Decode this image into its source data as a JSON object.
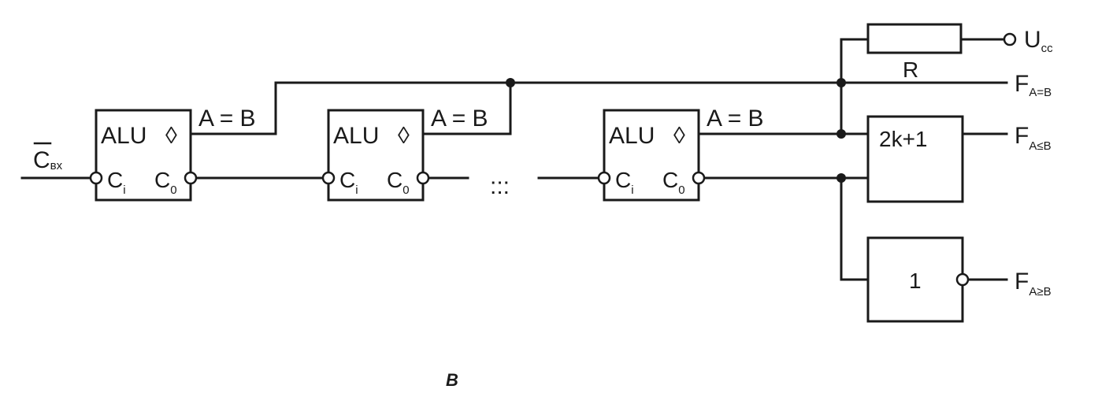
{
  "input_label": {
    "main": "C",
    "sub": "вх"
  },
  "alu_blocks": [
    {
      "title": "ALU",
      "flag": "◊",
      "carry_in": "C",
      "carry_in_sub": "i",
      "carry_out": "C",
      "carry_out_sub": "0",
      "eq_output": "A = B"
    },
    {
      "title": "ALU",
      "flag": "◊",
      "carry_in": "C",
      "carry_in_sub": "i",
      "carry_out": "C",
      "carry_out_sub": "0",
      "eq_output": "A = B"
    },
    {
      "title": "ALU",
      "flag": "◊",
      "carry_in": "C",
      "carry_in_sub": "i",
      "carry_out": "C",
      "carry_out_sub": "0",
      "eq_output": "A = B"
    }
  ],
  "ellipsis": ":::",
  "resistor_label": "R",
  "supply": {
    "main": "U",
    "sub": "cc"
  },
  "gates": {
    "or_gate": "2k+1",
    "not_gate": "1"
  },
  "outputs": {
    "eq": {
      "main": "F",
      "sub": "A=B"
    },
    "le": {
      "main": "F",
      "sub": "A≤B"
    },
    "ge": {
      "main": "F",
      "sub": "A≥B"
    }
  },
  "caption": "B"
}
